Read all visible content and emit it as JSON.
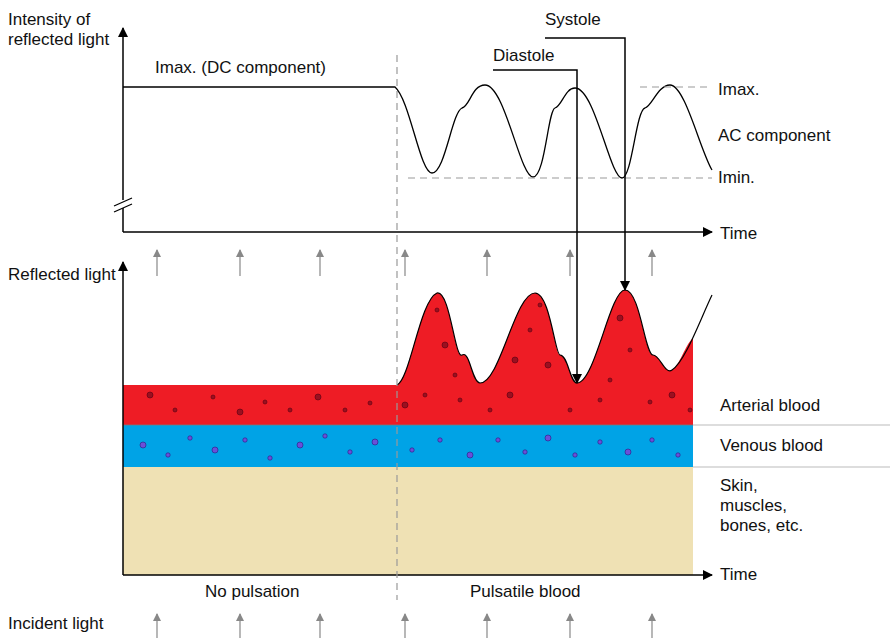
{
  "diagram": {
    "labels": [
      "Intensity of reflected light",
      "Imax. (DC component)",
      "Systole",
      "Diastole",
      "Imax.",
      "AC component",
      "Imin.",
      "Time",
      "Reflected light",
      "Arterial blood",
      "Venous blood",
      "Skin, muscles, bones, etc.",
      "Time",
      "No pulsation",
      "Pulsatile blood",
      "Incident light"
    ]
  }
}
